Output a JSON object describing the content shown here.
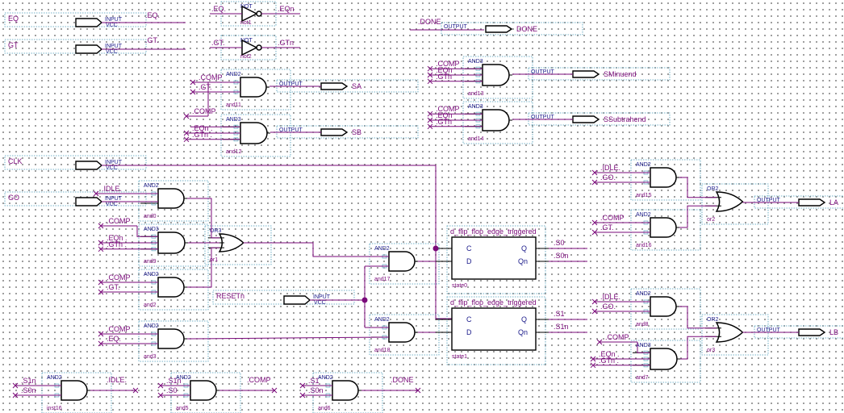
{
  "inputs": [
    {
      "name": "EQ",
      "signal": ".EQ.",
      "type": "INPUT",
      "vcc": "VCC"
    },
    {
      "name": "GT",
      "signal": ".GT.",
      "type": "INPUT",
      "vcc": "VCC"
    },
    {
      "name": "CLK",
      "type": "INPUT",
      "vcc": "VCC"
    },
    {
      "name": "GO",
      "type": "INPUT",
      "vcc": "VCC"
    },
    {
      "name": "RESETn",
      "type": "INPUT",
      "vcc": "VCC"
    }
  ],
  "outputs": [
    {
      "name": "DONE",
      "signal": ".DONE",
      "type": "OUTPUT"
    },
    {
      "name": "SA",
      "type": "OUTPUT"
    },
    {
      "name": "SB",
      "type": "OUTPUT"
    },
    {
      "name": "SMinuend",
      "type": "OUTPUT"
    },
    {
      "name": "SSubtrahend",
      "type": "OUTPUT"
    },
    {
      "name": "LA",
      "type": "OUTPUT"
    },
    {
      "name": "LB",
      "type": "OUTPUT"
    }
  ],
  "not_gates": [
    {
      "inst": "not1",
      "type": "NOT",
      "in": ".EQ.",
      "out": ".EQn"
    },
    {
      "inst": "not2",
      "type": "NOT",
      "in": ".GT.",
      "out": ".GTn"
    }
  ],
  "gates": [
    {
      "inst": "and11",
      "type": "AND2",
      "inputs": [
        ".COMP",
        ".GT."
      ]
    },
    {
      "inst": "and12",
      "type": "AND3",
      "inputs": [
        ".COMP",
        ".EQn .",
        ".GTn ."
      ]
    },
    {
      "inst": "and13",
      "type": "AND3",
      "inputs": [
        ".COMP",
        ".EQn",
        ".GTn"
      ]
    },
    {
      "inst": "and14",
      "type": "AND3",
      "inputs": [
        ".COMP",
        ".EQn",
        ".GTn"
      ]
    },
    {
      "inst": "and0",
      "type": "AND2",
      "inputs": [
        ".IDLE."
      ]
    },
    {
      "inst": "and9",
      "type": "AND3",
      "inputs": [
        ".COMP",
        ".EQn .",
        ".GTn ."
      ]
    },
    {
      "inst": "and2",
      "type": "AND2",
      "inputs": [
        ".COMP",
        ".GT."
      ]
    },
    {
      "inst": "and3",
      "type": "AND2",
      "inputs": [
        ".COMP",
        ".EQ."
      ]
    },
    {
      "inst": "or1",
      "type": "OR3"
    },
    {
      "inst": "and17",
      "type": "AND2"
    },
    {
      "inst": "and18",
      "type": "AND2"
    },
    {
      "inst": "and15",
      "type": "AND2",
      "inputs": [
        ".IDLE.",
        ".GO."
      ]
    },
    {
      "inst": "and16",
      "type": "AND2",
      "inputs": [
        ".COMP",
        ".GT."
      ]
    },
    {
      "inst": "or2",
      "type": "OR2"
    },
    {
      "inst": "and8",
      "type": "AND2",
      "inputs": [
        ".IDLE.",
        ".GO."
      ]
    },
    {
      "inst": "and7",
      "type": "AND3",
      "inputs": [
        ".COMP",
        ".EQn .",
        ".GTn ."
      ]
    },
    {
      "inst": "or3",
      "type": "OR2"
    },
    {
      "inst": "inst16",
      "type": "AND2",
      "inputs": [
        ".S1n",
        ".S0n"
      ],
      "out": ".IDLE."
    },
    {
      "inst": "and5",
      "type": "AND2",
      "inputs": [
        ".S1n",
        ".S0"
      ],
      "out": ".COMP"
    },
    {
      "inst": "and6",
      "type": "AND2",
      "inputs": [
        ".S1",
        ".S0n"
      ],
      "out": ".DONE"
    }
  ],
  "flipflops": [
    {
      "inst": "state0",
      "type": "d_flip_flop_edge_triggered",
      "pins": [
        "C",
        "D",
        "Q",
        "Qn"
      ],
      "q_signal": ".S0",
      "qn_signal": ".S0n"
    },
    {
      "inst": "state1",
      "type": "d_flip_flop_edge_triggered",
      "pins": [
        "C",
        "D",
        "Q",
        "Qn"
      ],
      "q_signal": ".S1",
      "qn_signal": ".S1n"
    }
  ]
}
